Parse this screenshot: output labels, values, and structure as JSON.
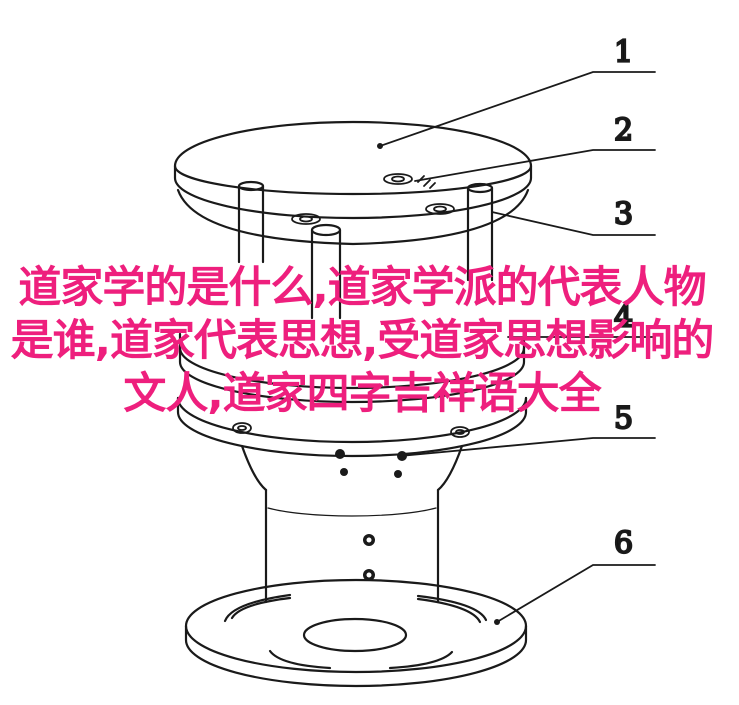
{
  "callouts": [
    {
      "number": "1"
    },
    {
      "number": "2"
    },
    {
      "number": "3"
    },
    {
      "number": "4"
    },
    {
      "number": "5"
    },
    {
      "number": "6"
    }
  ],
  "overlay": {
    "text": "道家学的是什么,道家学派的代表人物是谁,道家代表思想,受道家思想影响的文人,道家四字吉祥语大全",
    "color": "#ee1f7d"
  },
  "colors": {
    "line": "#1a1a1a",
    "background": "#ffffff"
  }
}
